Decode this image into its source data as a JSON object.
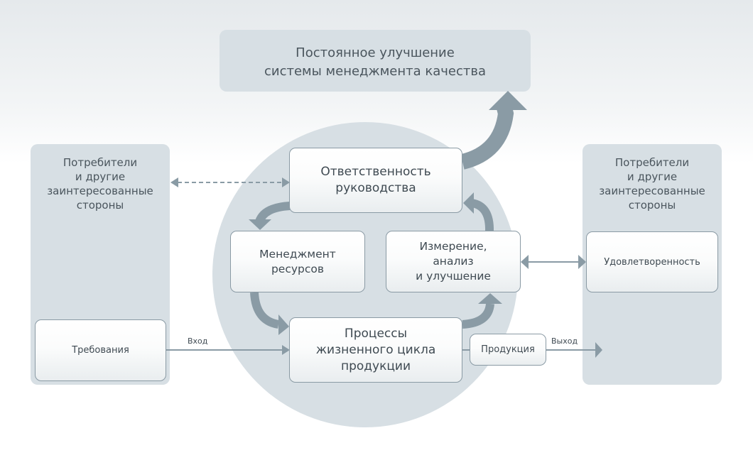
{
  "diagram": {
    "top_box": {
      "label": "Постоянное улучшение\nсистемы менеджмента качества"
    },
    "left_panel": {
      "title": "Потребители\nи другие\nзаинтересованные\nстороны",
      "inner_box": "Требования"
    },
    "right_panel": {
      "title": "Потребители\nи другие\nзаинтересованные\nстороны",
      "inner_box": "Удовлетворенность"
    },
    "cycle": {
      "management_responsibility": "Ответственность\nруководства",
      "resource_management": "Менеджмент\nресурсов",
      "measurement_analysis": "Измерение,\nанализ\nи улучшение",
      "product_realization": "Процессы\nжизненного цикла\nпродукции"
    },
    "product_box": "Продукция",
    "flow_labels": {
      "input": "Вход",
      "output": "Выход"
    },
    "colors": {
      "panel": "#d7dfe4",
      "circle": "#d7dfe4",
      "arrow": "#8a9ba5",
      "box_border": "#8a9aa4",
      "text": "#3f4a52"
    }
  }
}
